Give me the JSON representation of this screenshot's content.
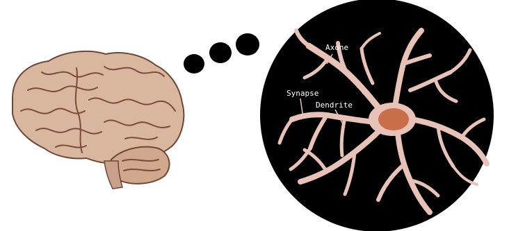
{
  "labels": {
    "axon": "Axone",
    "synapse": "Synapse",
    "dendrite": "Dendrite"
  },
  "colors": {
    "background": "#ffffff",
    "brain": "#d9b79f",
    "brain_fold": "#7a4a3a",
    "disc": "#000000",
    "neuron": "#e8c2b6",
    "nucleus": "#c86f4a",
    "dots": "#000000",
    "label": "#ffffff"
  },
  "icons": {
    "brain": "brain-illustration",
    "thought_dots": "thought-bubble-dots",
    "neuron": "neuron-illustration"
  }
}
